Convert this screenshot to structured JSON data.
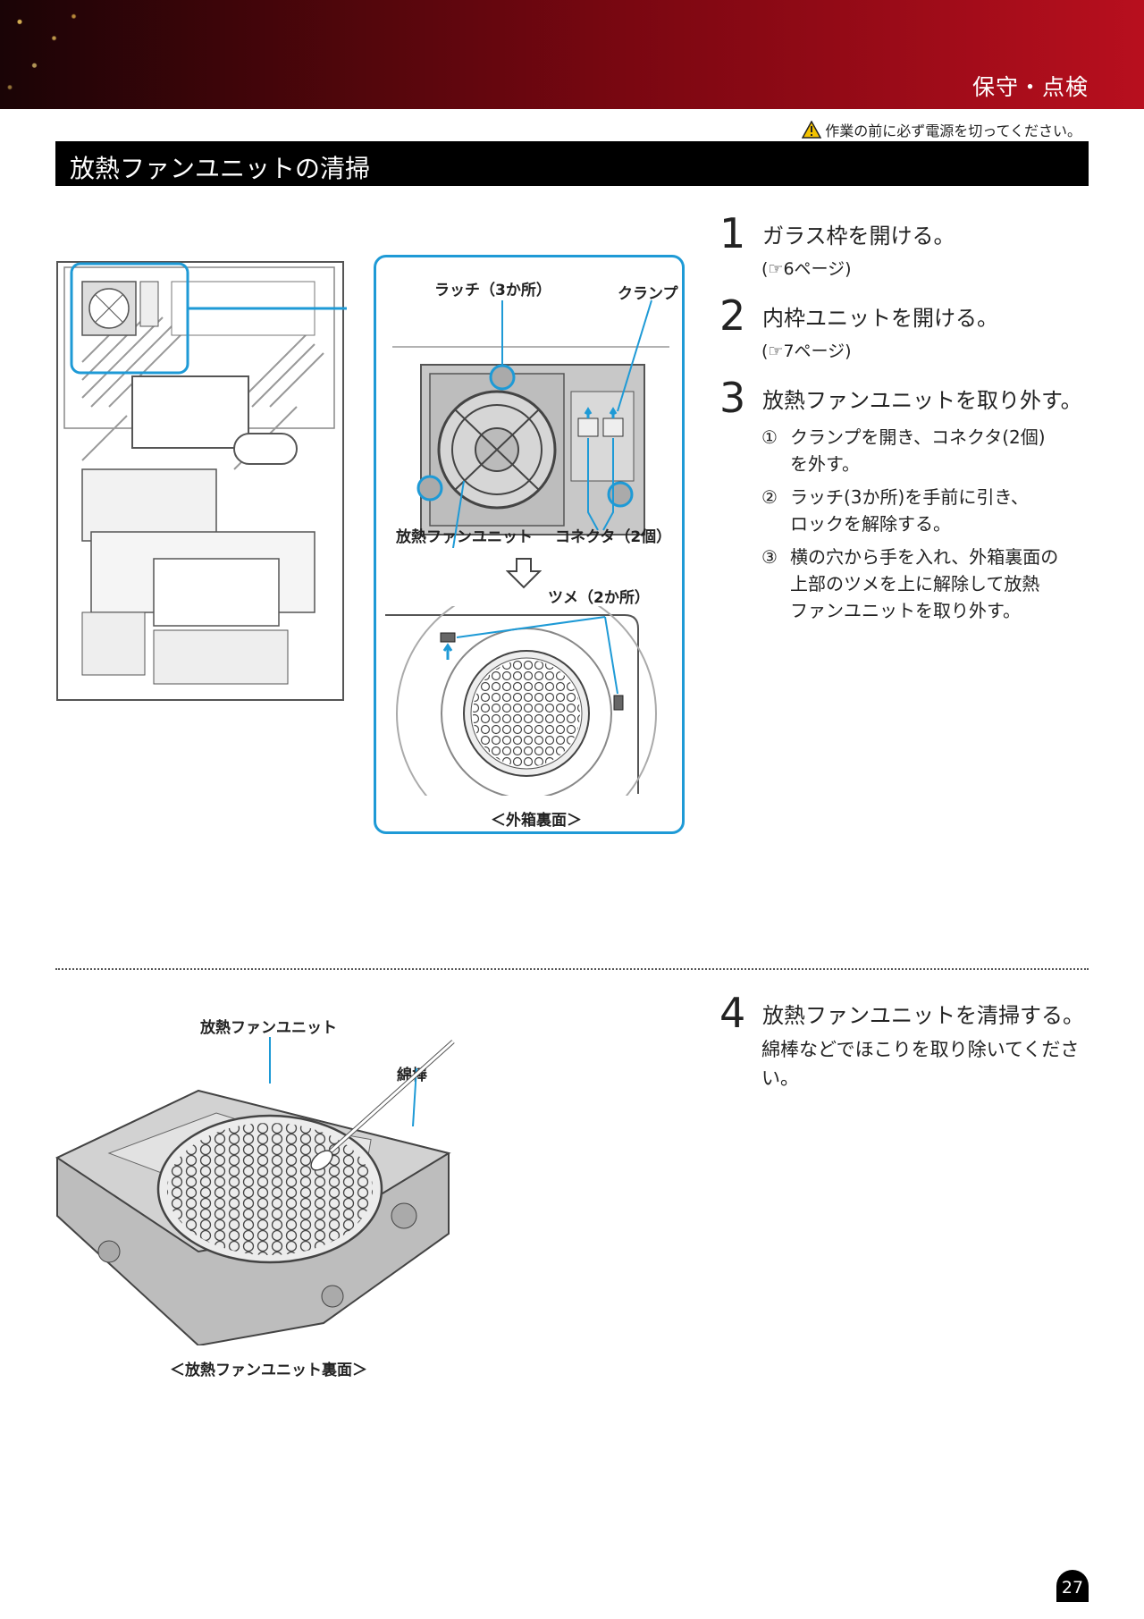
{
  "header": {
    "section": "保守・点検"
  },
  "warning": {
    "text": "作業の前に必ず電源を切ってください。",
    "icon": "warning-triangle-icon"
  },
  "title": "放熱ファンユニットの清掃",
  "steps": [
    {
      "num": "1",
      "text": "ガラス枠を開ける。",
      "ref": "(☞6ページ)"
    },
    {
      "num": "2",
      "text": "内枠ユニットを開ける。",
      "ref": "(☞7ページ)"
    },
    {
      "num": "3",
      "text": "放熱ファンユニットを取り外す。"
    },
    {
      "num": "4",
      "text": "放熱ファンユニットを清掃する。",
      "body": "綿棒などでほこりを取り除いてください。"
    }
  ],
  "substeps": [
    {
      "num": "①",
      "line1": "クランプを開き、コネクタ(2個)",
      "line2": "を外す。"
    },
    {
      "num": "②",
      "line1": "ラッチ(3か所)を手前に引き、",
      "line2": "ロックを解除する。"
    },
    {
      "num": "③",
      "line1": "横の穴から手を入れ、外箱裏面の",
      "line2": "上部のツメを上に解除して放熱",
      "line3": "ファンユニットを取り外す。"
    }
  ],
  "figure1": {
    "latch": "ラッチ（3か所）",
    "clamp": "クランプ",
    "fan_unit": "放熱ファンユニット",
    "connector": "コネクタ（2個）",
    "claw": "ツメ（2か所）",
    "back_caption": "＜外箱裏面＞"
  },
  "figure2": {
    "fan_unit": "放熱ファンユニット",
    "swab": "綿棒",
    "caption": "＜放熱ファンユニット裏面＞"
  },
  "page_number": "27",
  "colors": {
    "accent": "#1e9ad6",
    "header_dark": "#3e0509",
    "header_red": "#b80f1e"
  }
}
